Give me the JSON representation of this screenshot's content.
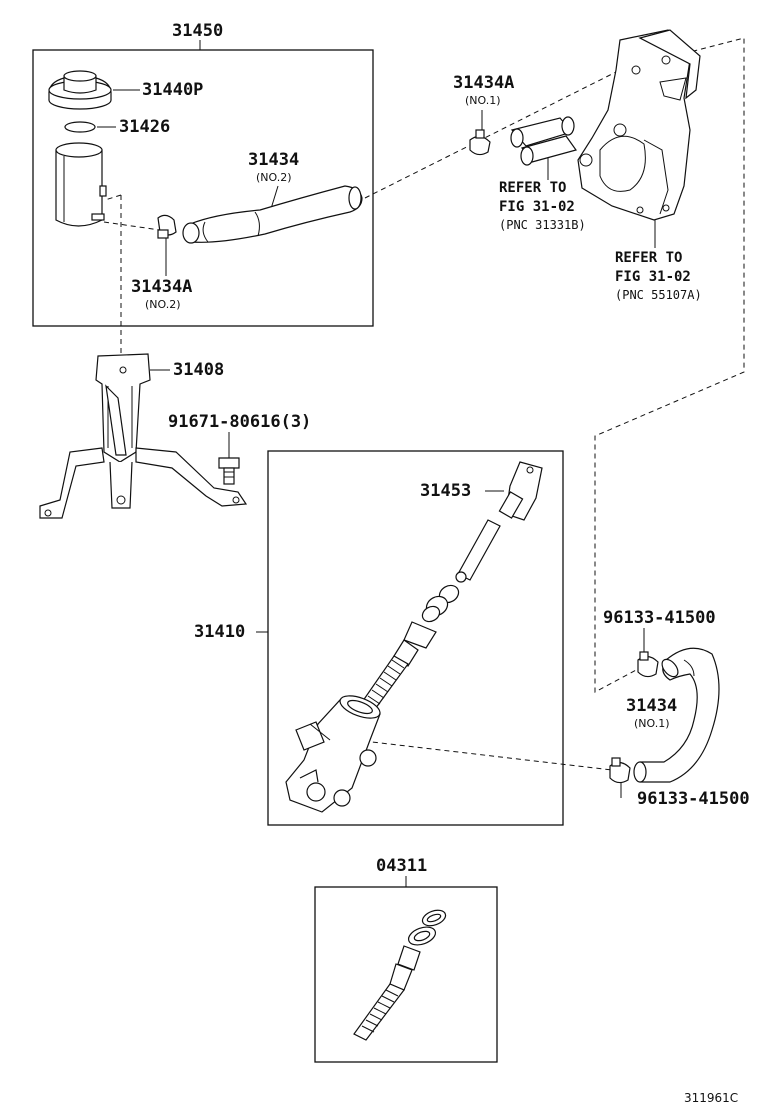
{
  "labels": {
    "p31450": "31450",
    "p31440p": "31440P",
    "p31426": "31426",
    "p31434_top": "31434",
    "p31434_top_sub": "(NO.2)",
    "p31434a_left": "31434A",
    "p31434a_left_sub": "(NO.2)",
    "p31434a_top": "31434A",
    "p31434a_top_sub": "(NO.1)",
    "p31408": "31408",
    "p91671": "91671-80616(3)",
    "p31453": "31453",
    "p31410": "31410",
    "p96133_upper": "96133-41500",
    "p31434_right": "31434",
    "p31434_right_sub": "(NO.1)",
    "p96133_lower": "96133-41500",
    "p04311": "04311",
    "diagram_code": "311961C"
  },
  "refs": {
    "ref1_line1": "REFER TO",
    "ref1_line2": "FIG 31-02",
    "ref1_line3": "(PNC 31331B)",
    "ref2_line1": "REFER TO",
    "ref2_line2": "FIG 31-02",
    "ref2_line3": "(PNC 55107A)"
  }
}
